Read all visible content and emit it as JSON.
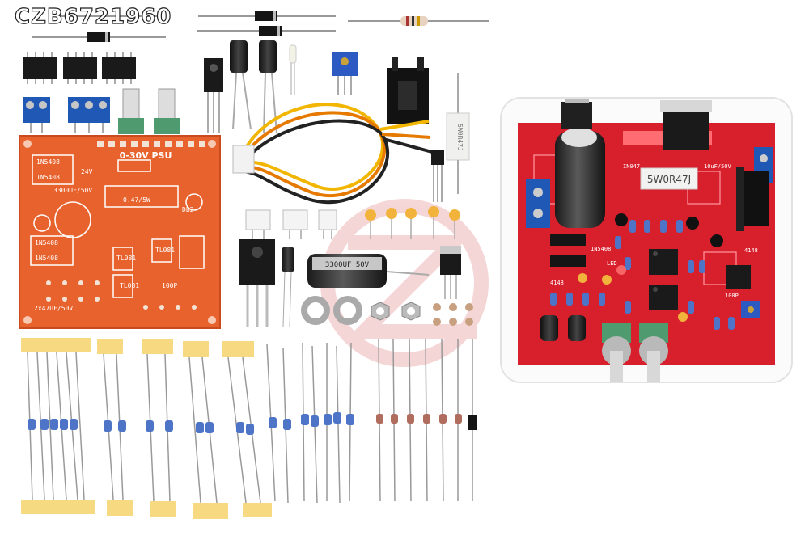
{
  "watermark": {
    "text": "CZB6721960"
  },
  "kit_board": {
    "title": "0-30V PSU",
    "labels": [
      "1N5408",
      "1N5408",
      "1N5408",
      "1N5408",
      "3300UF/50V",
      "0.47/5W",
      "24V",
      "2x47UF/50V",
      "TL081",
      "TL081",
      "TL081",
      "100P",
      "DB2"
    ]
  },
  "parts": {
    "resistor_5w_label": "5W0R47J",
    "capacitor_label": "3300UF 50V"
  },
  "assembled_board": {
    "resistor_label": "5W0R47J",
    "labels": [
      "IN047",
      "10uF/50V",
      "4148",
      "4148",
      "100P",
      "1N5408",
      "LED"
    ]
  },
  "colors": {
    "background": "#ffffff",
    "pcb_orange": "#e8622d",
    "pcb_red": "#d81f2c",
    "silkscreen": "#ffffff",
    "tape": "#f5c66a"
  },
  "icons": [
    "watermark-text",
    "pcb-board",
    "transistor-icon",
    "capacitor-icon",
    "resistor-icon",
    "diode-icon",
    "potentiometer-icon",
    "terminal-block-icon",
    "wire-harness-icon",
    "heatsink-icon"
  ]
}
